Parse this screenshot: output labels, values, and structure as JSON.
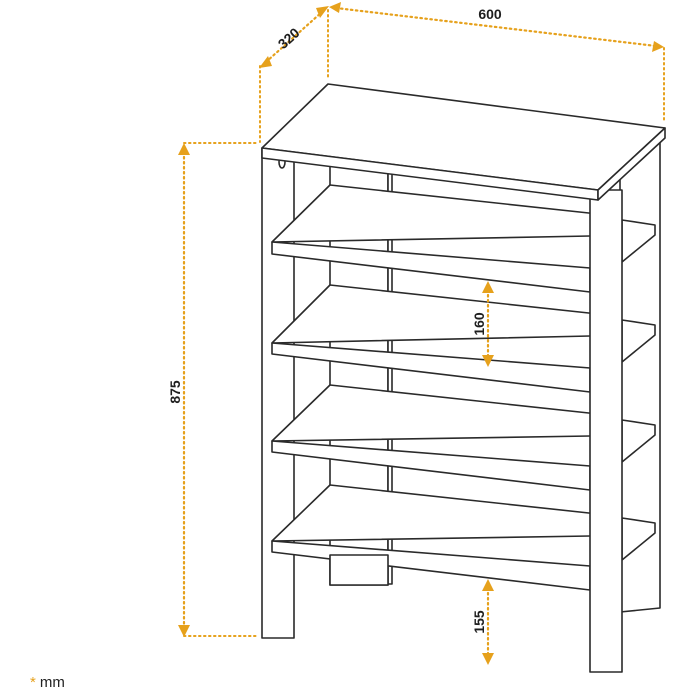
{
  "dimensions": {
    "depth": "320",
    "width": "600",
    "height": "875",
    "shelf_spacing": "160",
    "bottom_clearance": "155"
  },
  "unit_note": {
    "star": "*",
    "unit": "mm"
  },
  "colors": {
    "dimension_accent": "#e6a11c",
    "outline": "#2a2a2a",
    "background": "#ffffff"
  }
}
